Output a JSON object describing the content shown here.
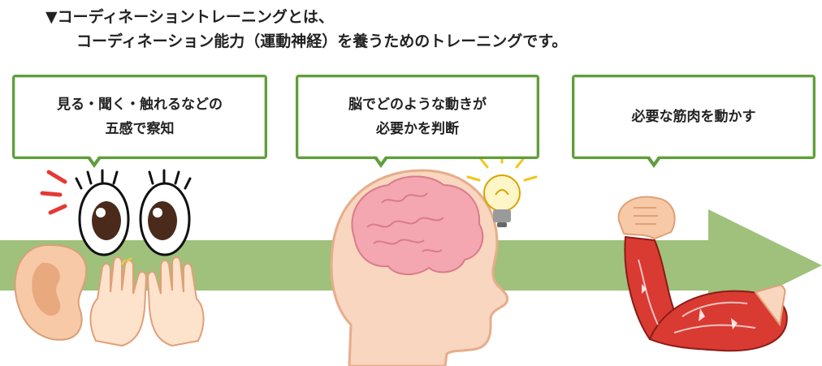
{
  "heading": {
    "line1": "▼コーディネーショントレーニングとは、",
    "line2": "コーディネーション能力（運動神経）を養うためのトレーニングです。"
  },
  "bubbles": [
    {
      "line1": "見る・聞く・触れるなどの",
      "line2": "五感で察知"
    },
    {
      "line1": "脳でどのような動きが",
      "line2": "必要かを判断"
    },
    {
      "line1": "必要な筋肉を動かす"
    }
  ],
  "colors": {
    "bubble_border": "#5f9e3c",
    "arrow": "#9fc17b",
    "skin": "#f7c9a6",
    "brain": "#f4a6b1",
    "muscle": "#d93a32"
  },
  "icons": [
    "eyes-icon",
    "ear-icon",
    "hands-icon",
    "head-brain-icon",
    "light-bulb-icon",
    "muscle-arm-icon",
    "arrow-right-icon"
  ]
}
